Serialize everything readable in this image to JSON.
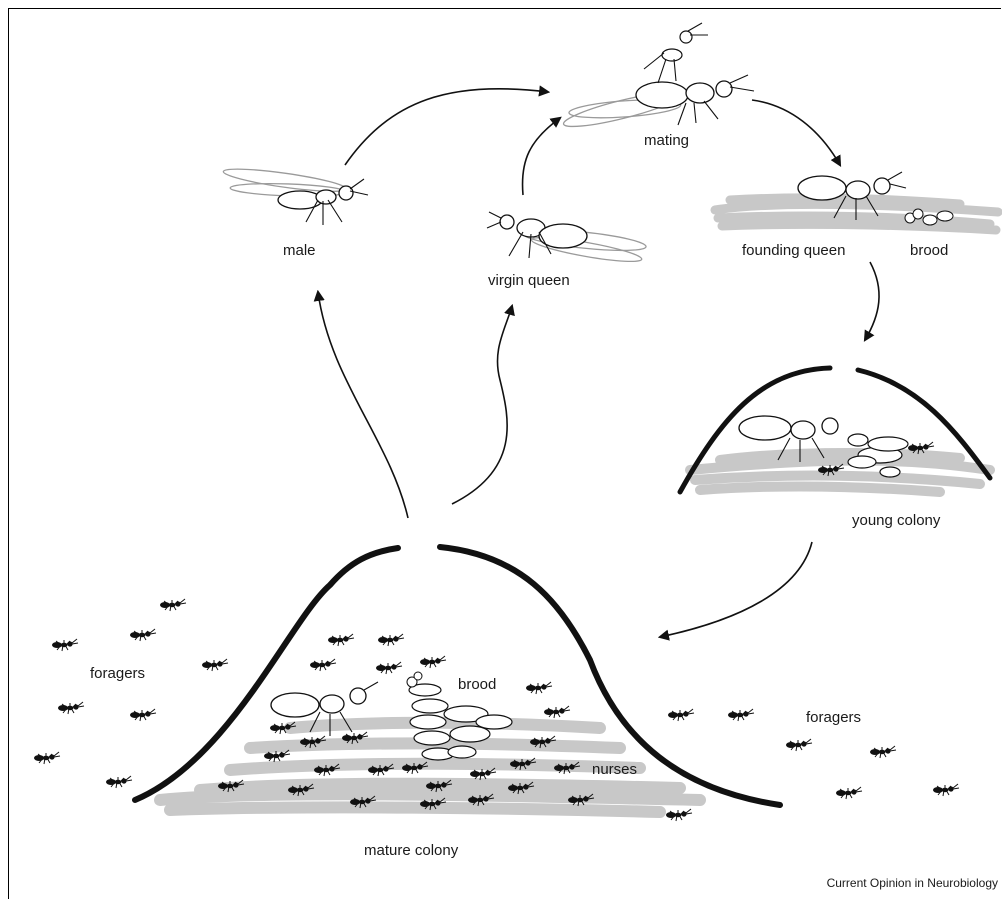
{
  "labels": {
    "male": "male",
    "virgin_queen": "virgin queen",
    "mating": "mating",
    "founding_queen": "founding queen",
    "brood_top": "brood",
    "young_colony": "young colony",
    "mature_colony": "mature colony",
    "foragers_left": "foragers",
    "foragers_right": "foragers",
    "brood_mature": "brood",
    "nurses": "nurses"
  },
  "credit": "Current Opinion in Neurobiology",
  "colors": {
    "ink": "#111111",
    "soil": "#c8c8c8",
    "wing": "#9a9a9a"
  }
}
